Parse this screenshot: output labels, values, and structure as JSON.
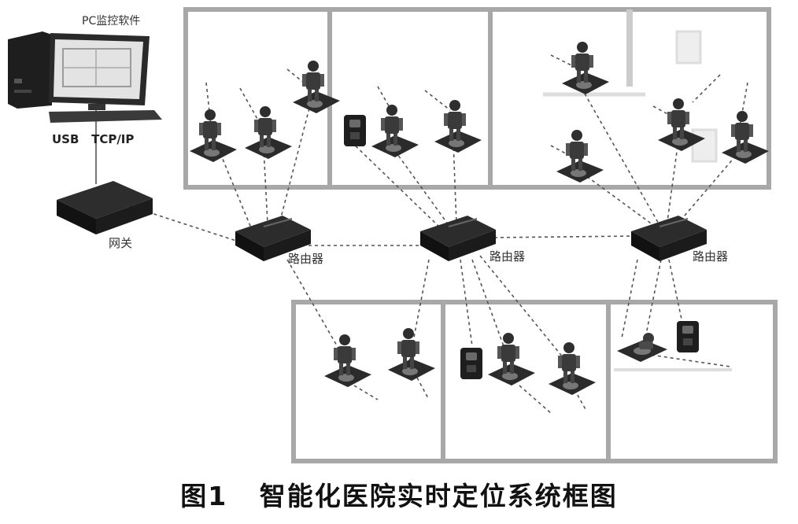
{
  "labels": {
    "software": "PC监控软件",
    "link": "USB   TCP/IP",
    "gateway": "网关",
    "router": "路由器"
  },
  "caption": "图1   智能化医院实时定位系统框图",
  "colors": {
    "wall": "#a8a8a8",
    "device": "#1c1c1c",
    "link": "#555555"
  },
  "icons": [
    "desktop-pc-icon",
    "monitor-icon",
    "keyboard-icon",
    "gateway-icon",
    "router-icon",
    "patient-icon",
    "bed-icon",
    "reader-icon"
  ]
}
